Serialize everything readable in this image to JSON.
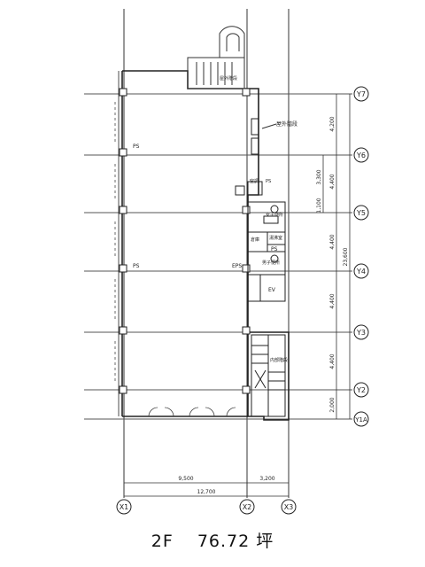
{
  "plan": {
    "floor": "2F",
    "area": "76.72 坪",
    "grid_x": [
      "X1",
      "X2",
      "X3"
    ],
    "grid_y": [
      "Y7",
      "Y6",
      "Y5",
      "Y4",
      "Y3",
      "Y2",
      "Y1A"
    ],
    "dims_bottom": {
      "span_1": "9,500",
      "span_2": "3,200",
      "total": "12,700"
    },
    "dims_right": [
      "4,200",
      "4,400",
      "4,400",
      "4,400",
      "4,400",
      "2,000"
    ],
    "dims_right_inner": [
      "3,300",
      "1,100"
    ],
    "dim_total_right": "23,600",
    "labels": {
      "ps_1": "PS",
      "ps_2": "PS",
      "eps": "EPS",
      "ev": "EV",
      "ps_core": "PS",
      "outdoor_stair": "屋外階段",
      "women_wc": "女子便所",
      "men_wc": "男子便所",
      "kitchen": "湯沸室",
      "storage": "倉庫",
      "ac": "空調",
      "stair_top": "屋外階段",
      "stair_bottom": "内部階段",
      "ps_small": "PS"
    }
  }
}
